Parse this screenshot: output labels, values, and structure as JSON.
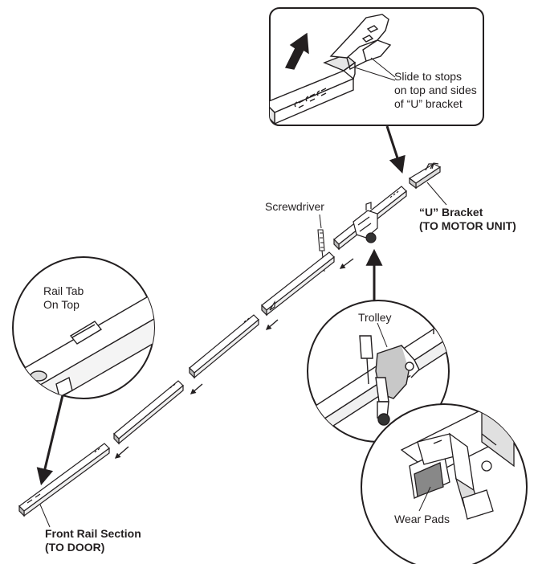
{
  "labels": {
    "slide_note": "Slide to stops\non top and sides\nof “U” bracket",
    "u_bracket_title": "“U” Bracket",
    "u_bracket_sub": "(TO MOTOR UNIT)",
    "screwdriver": "Screwdriver",
    "rail_tab": "Rail Tab\nOn Top",
    "trolley": "Trolley",
    "wear_pads": "Wear Pads",
    "front_rail_title": "Front Rail Section",
    "front_rail_sub": "(TO DOOR)"
  },
  "colors": {
    "ink": "#231f20",
    "fill": "#ffffff",
    "shade": "#c8c8c8",
    "dark_shade": "#8a8a8a"
  }
}
